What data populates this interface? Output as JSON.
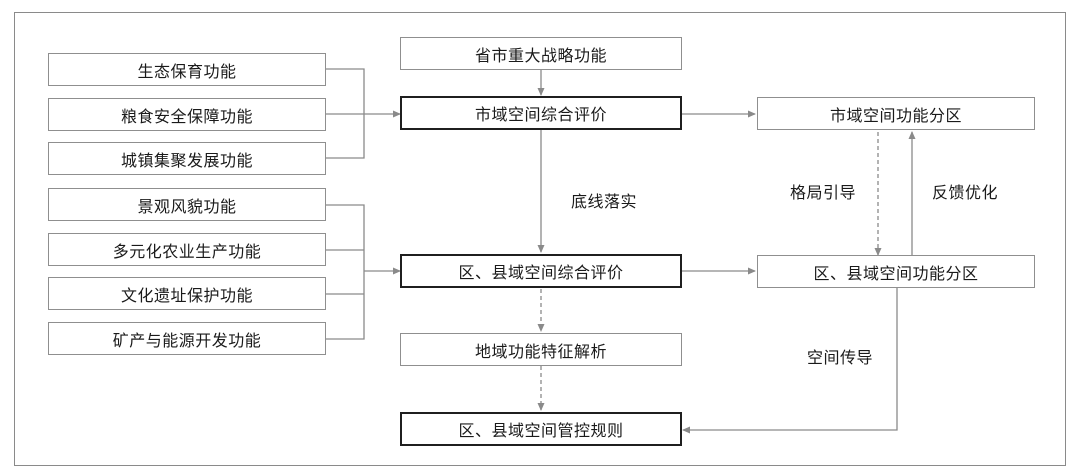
{
  "left_functions_top": [
    "生态保育功能",
    "粮食安全保障功能",
    "城镇集聚发展功能"
  ],
  "left_functions_bottom": [
    "景观风貌功能",
    "多元化农业生产功能",
    "文化遗址保护功能",
    "矿产与能源开发功能"
  ],
  "center": {
    "strategic": "省市重大战略功能",
    "city_eval": "市域空间综合评价",
    "county_eval": "区、县域空间综合评价",
    "feature": "地域功能特征解析",
    "control": "区、县域空间管控规则"
  },
  "right": {
    "city_zone": "市域空间功能分区",
    "county_zone": "区、县域空间功能分区"
  },
  "labels": {
    "baseline": "底线落实",
    "guidance": "格局引导",
    "feedback": "反馈优化",
    "transmission": "空间传导"
  }
}
